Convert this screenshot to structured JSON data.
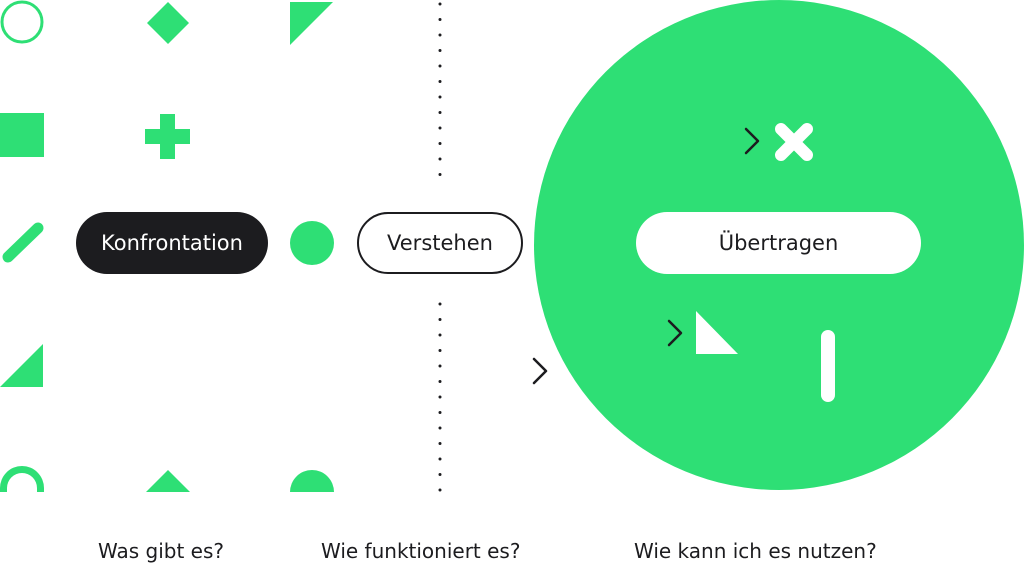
{
  "colors": {
    "accent": "#2edf75",
    "dark": "#1c1c1f",
    "light": "#ffffff"
  },
  "stages": {
    "confrontation": "Konfrontation",
    "understanding": "Verstehen",
    "transfer": "Übertragen"
  },
  "questions": {
    "what": "Was gibt es?",
    "how": "Wie funktioniert es?",
    "use": "Wie kann ich es nutzen?"
  },
  "shapes": [
    "circle-outline",
    "diamond",
    "triangle",
    "square",
    "plus",
    "slash",
    "circle",
    "triangle",
    "arch",
    "triangle",
    "half-circle"
  ],
  "transformed_shapes": [
    "cross",
    "triangle",
    "bar"
  ]
}
